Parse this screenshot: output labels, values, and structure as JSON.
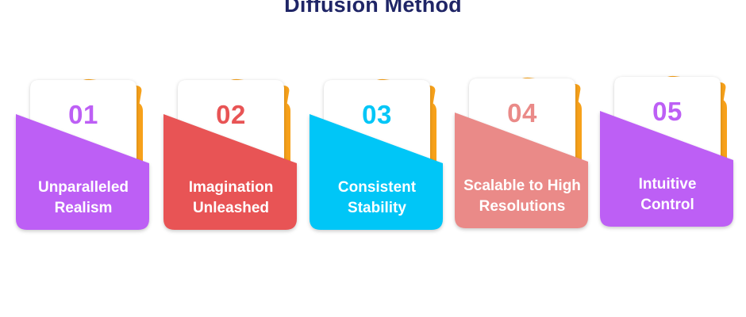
{
  "title": "Diffusion Method",
  "accent_color": "#f7a11a",
  "cards": [
    {
      "number": "01",
      "label_line1": "Unparalleled",
      "label_line2": "Realism",
      "color": "#bd5ff5"
    },
    {
      "number": "02",
      "label_line1": "Imagination",
      "label_line2": "Unleashed",
      "color": "#e85455"
    },
    {
      "number": "03",
      "label_line1": "Consistent",
      "label_line2": "Stability",
      "color": "#00c6f7"
    },
    {
      "number": "04",
      "label_line1": "Scalable to High",
      "label_line2": "Resolutions",
      "color": "#ea8a88"
    },
    {
      "number": "05",
      "label_line1": "Intuitive",
      "label_line2": "Control",
      "color": "#bd5ff5"
    }
  ]
}
